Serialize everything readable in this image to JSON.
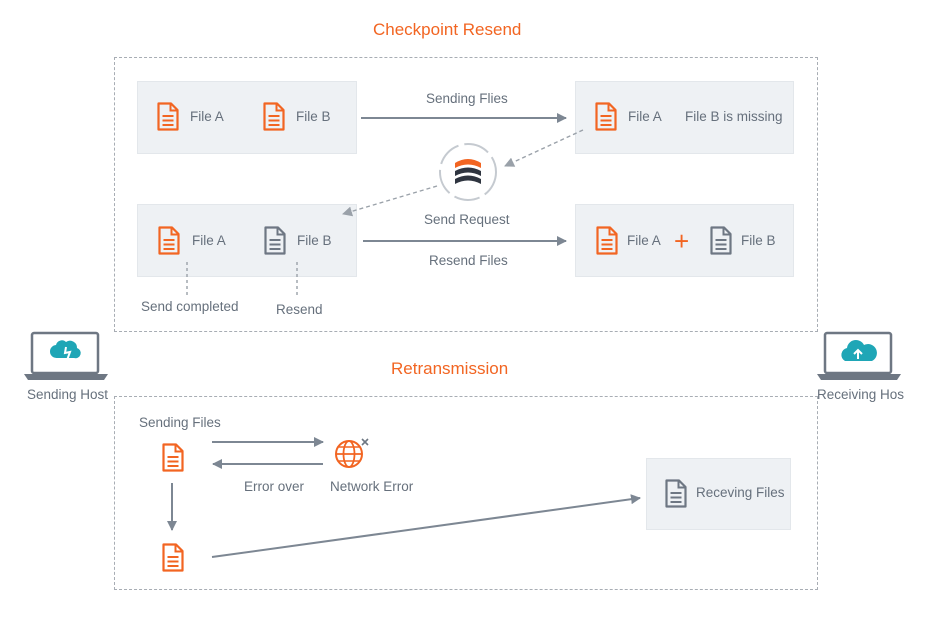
{
  "titles": {
    "checkpoint": "Checkpoint Resend",
    "retransmission": "Retransmission"
  },
  "hosts": {
    "sending": "Sending Host",
    "receiving": "Receiving Hos"
  },
  "checkpoint": {
    "row1_left": {
      "file_a": "File A",
      "file_b": "File B"
    },
    "row1_arrow": "Sending Flies",
    "row1_right": {
      "file_a": "File A",
      "missing": "File B is missing"
    },
    "send_request": "Send Request",
    "row2_left": {
      "file_a": "File A",
      "file_b": "File B"
    },
    "row2_arrow": "Resend Files",
    "row2_right": {
      "file_a": "File A",
      "file_b": "File B"
    },
    "send_completed": "Send completed",
    "resend": "Resend"
  },
  "retrans": {
    "sending_files": "Sending Files",
    "error_over": "Error over",
    "network_error": "Network Error",
    "receiving_files": "Receving Files"
  },
  "colors": {
    "accent": "#f26522",
    "teal": "#1fa6b6",
    "text": "#66707c",
    "arrow": "#7d8793"
  },
  "icons": [
    "document-icon",
    "laptop-upload-icon",
    "laptop-cloud-icon",
    "sync-logo-icon",
    "globe-error-icon"
  ]
}
